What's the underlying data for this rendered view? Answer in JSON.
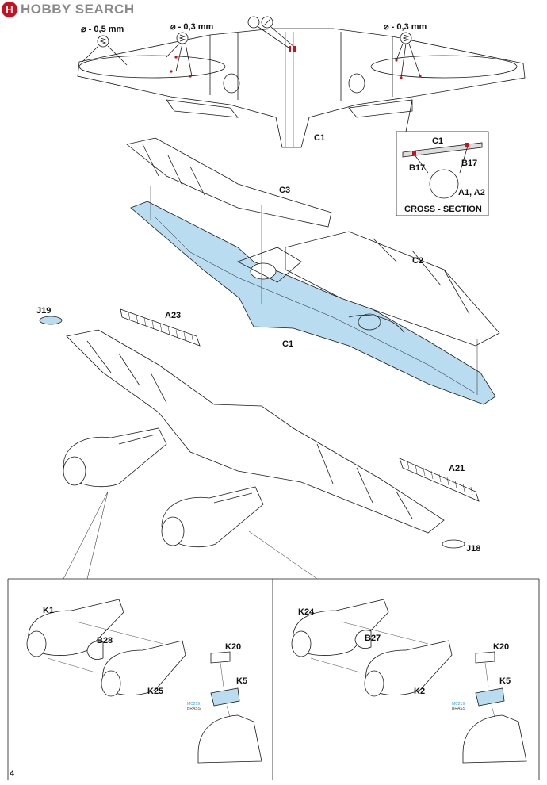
{
  "watermark": {
    "logo_letter": "H",
    "text": "HOBBY SEARCH"
  },
  "drills": [
    {
      "size": "⌀ - 0,5 mm"
    },
    {
      "size": "⌀ - 0,3 mm"
    },
    {
      "size": "⌀ - 0,3 mm"
    }
  ],
  "top_wing_part": "C1",
  "cross_section": {
    "title": "CROSS - SECTION",
    "top": "C1",
    "left": "B17",
    "right": "B17",
    "bottom": "A1, A2"
  },
  "parts": {
    "c3": "C3",
    "c2": "C2",
    "c1": "C1",
    "j19": "J19",
    "a23": "A23",
    "a21": "A21",
    "j18": "J18"
  },
  "left_detail": {
    "k1": "K1",
    "b28": "B28",
    "k25": "K25",
    "k20": "K20",
    "k5": "K5",
    "code": "MC219",
    "material": "BRASS"
  },
  "right_detail": {
    "k24": "K24",
    "b27": "B27",
    "k2": "K2",
    "k20": "K20",
    "k5": "K5",
    "code": "MC219",
    "material": "BRASS"
  },
  "page_number": "4",
  "colors": {
    "highlight": "#b9dcf0",
    "outline": "#1a1a1a",
    "red": "#c8101e",
    "brass_label": "#3a9fd3",
    "watermark_gray": "#8a8a8a"
  }
}
